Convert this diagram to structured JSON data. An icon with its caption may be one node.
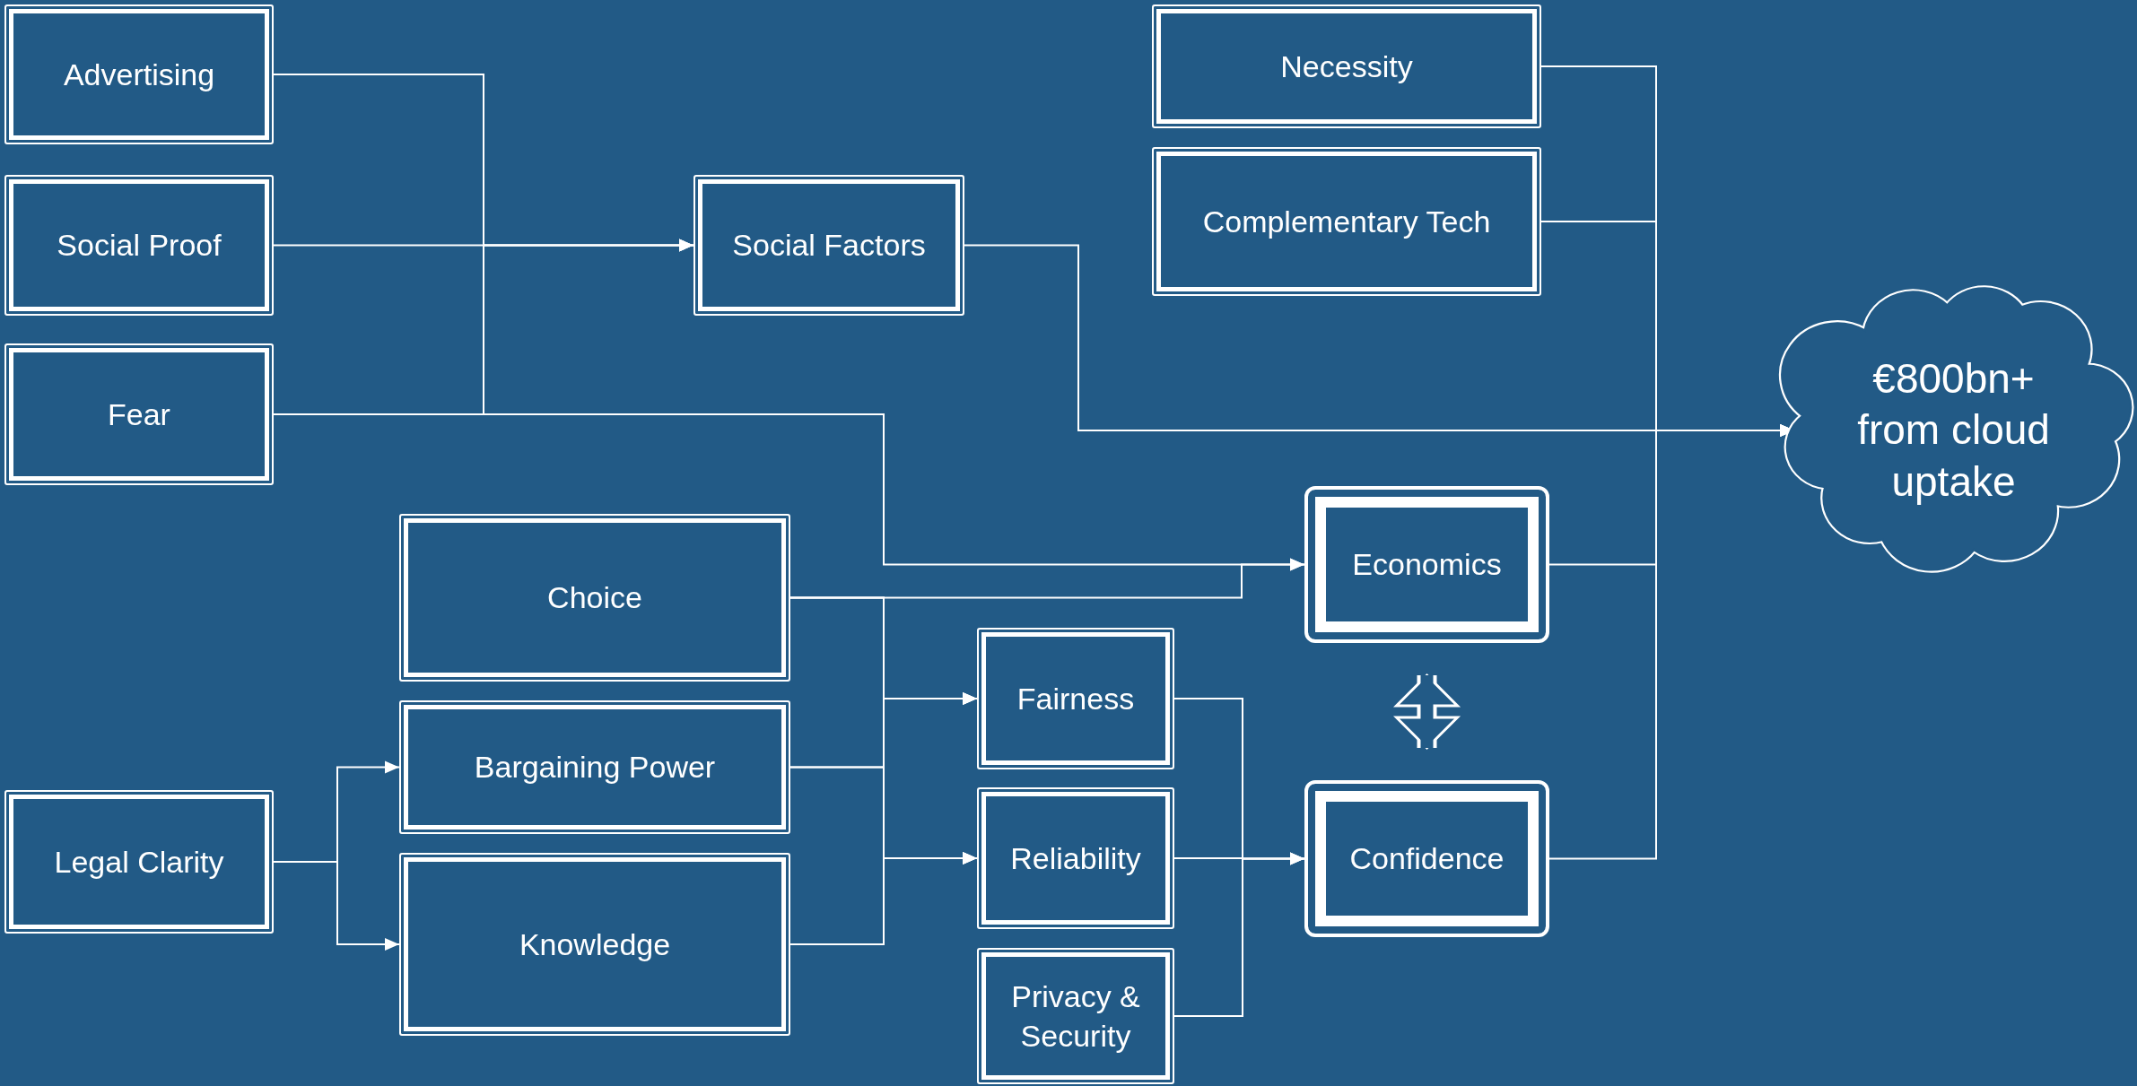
{
  "diagram": {
    "nodes": [
      {
        "text": [
          "Advertising"
        ]
      },
      {
        "text": [
          "Social Proof"
        ]
      },
      {
        "text": [
          "Fear"
        ]
      },
      {
        "text": [
          "Social Factors"
        ]
      },
      {
        "text": [
          "Necessity"
        ]
      },
      {
        "text": [
          "Complementary Tech"
        ]
      },
      {
        "text": [
          "€800bn+ from cloud uptake"
        ]
      },
      {
        "text": [
          "Choice"
        ]
      },
      {
        "text": [
          "Economics"
        ]
      },
      {
        "text": [
          "Legal Clarity"
        ]
      },
      {
        "text": [
          "Bargaining Power"
        ]
      },
      {
        "text": [
          "Knowledge"
        ]
      },
      {
        "text": [
          "Fairness"
        ]
      },
      {
        "text": [
          "Reliability"
        ]
      },
      {
        "text": [
          "Privacy & Security"
        ]
      },
      {
        "text": [
          "Confidence"
        ]
      }
    ],
    "edges": [
      {
        "from": 0,
        "to": 3,
        "arrow": "to"
      },
      {
        "from": 1,
        "to": 3,
        "arrow": "to"
      },
      {
        "from": 2,
        "to": 3,
        "arrow": "to"
      },
      {
        "from": 2,
        "to": 8,
        "arrow": "to"
      },
      {
        "from": 7,
        "to": 8,
        "arrow": "to"
      },
      {
        "from": 7,
        "to": 12,
        "arrow": "to"
      },
      {
        "from": 7,
        "to": 13,
        "arrow": "to"
      },
      {
        "from": 10,
        "to": 12,
        "arrow": "to"
      },
      {
        "from": 10,
        "to": 13,
        "arrow": "to"
      },
      {
        "from": 11,
        "to": 12,
        "arrow": "to"
      },
      {
        "from": 11,
        "to": 13,
        "arrow": "to"
      },
      {
        "from": 9,
        "to": 10,
        "arrow": "to"
      },
      {
        "from": 9,
        "to": 11,
        "arrow": "to"
      },
      {
        "from": 12,
        "to": 15,
        "arrow": "to"
      },
      {
        "from": 13,
        "to": 15,
        "arrow": "to"
      },
      {
        "from": 14,
        "to": 15,
        "arrow": "to"
      },
      {
        "from": 3,
        "to": 6,
        "arrow": "to"
      },
      {
        "from": 4,
        "to": 6,
        "arrow": "to"
      },
      {
        "from": 5,
        "to": 6,
        "arrow": "to"
      },
      {
        "from": 8,
        "to": 6,
        "arrow": "to"
      },
      {
        "from": 15,
        "to": 6,
        "arrow": "to"
      },
      {
        "from": 8,
        "to": 15,
        "arrow": "both",
        "style": "thick"
      }
    ]
  }
}
